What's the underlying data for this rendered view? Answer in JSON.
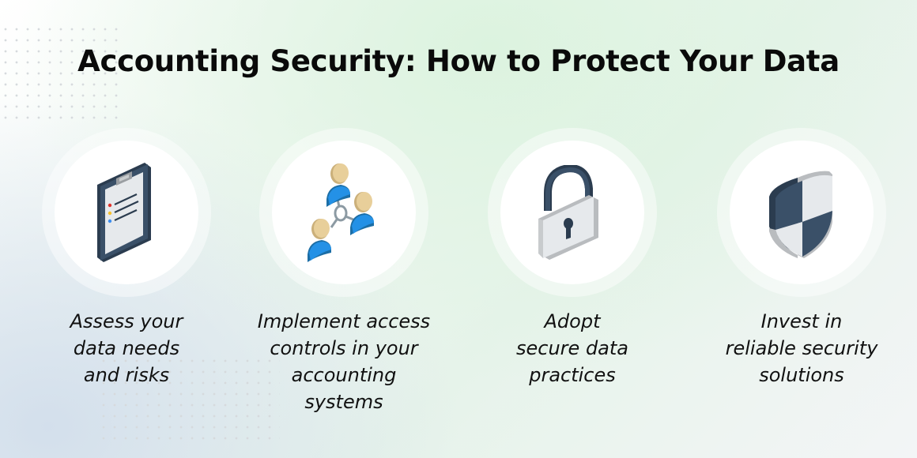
{
  "title": "Accounting Security: How to Protect Your Data",
  "colors": {
    "navy": "#3a5068",
    "navy_dark": "#2b3c4f",
    "light_gray": "#e6e9ec",
    "mid_gray": "#b9bcbf",
    "person_blue": "#2491e6",
    "person_blue_dark": "#1c6ea6",
    "skin": "#e8cf9a",
    "bg_green": "#dcf3df",
    "bg_blue": "#d3dfec"
  },
  "steps": [
    {
      "icon": "clipboard-icon",
      "label": "Assess your\ndata needs\nand risks"
    },
    {
      "icon": "users-network-icon",
      "label": "Implement access\ncontrols in your\naccounting\nsystems"
    },
    {
      "icon": "padlock-icon",
      "label": "Adopt\nsecure data\npractices"
    },
    {
      "icon": "shield-icon",
      "label": "Invest in\nreliable security\nsolutions"
    }
  ]
}
